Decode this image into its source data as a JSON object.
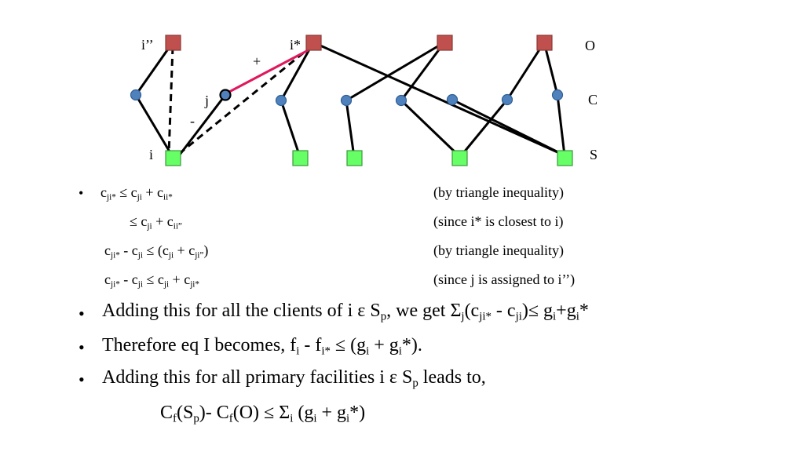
{
  "diagram": {
    "row_labels": {
      "o": "O",
      "c": "C",
      "s": "S"
    },
    "node_labels": {
      "i2": "i’’",
      "istar": "i*",
      "j": "j",
      "i": "i"
    },
    "edge_signs": {
      "plus": "+",
      "minus": "-"
    },
    "colors": {
      "facility_o": "#c0504d",
      "facility_s": "#66ff66",
      "client": "#4f81bd",
      "highlight_edge": "#e0185e",
      "edge": "#000000"
    }
  },
  "lines": {
    "l1": {
      "a": "c",
      "a_sub": "ji*",
      "b": " ≤ c",
      "b_sub": "ji",
      "c": " + c",
      "c_sub": "ii*",
      "note": "(by triangle inequality)"
    },
    "l2": {
      "a": "≤ c",
      "a_sub": "ji",
      "b": " + c",
      "b_sub": "ii”",
      "note": "(since i* is closest to i)"
    },
    "l3": {
      "a": "c",
      "a_sub": "ji*",
      "b": " - c",
      "b_sub": "ji",
      "c": " ≤ (c",
      "c_sub": "ji",
      "d": " + c",
      "d_sub": "ji”",
      "e": ")",
      "note": "(by triangle inequality)"
    },
    "l4": {
      "a": "c",
      "a_sub": "ji*",
      "b": " - c",
      "b_sub": "ji",
      "c": " ≤ c",
      "c_sub": "ji",
      "d": " + c",
      "d_sub": "ji*",
      "note": "(since j is assigned to i’’)"
    }
  },
  "bullets": {
    "b1": {
      "t1": "Adding this for all the clients of i ε S",
      "s1": "p",
      "t2": ", we get Σ",
      "s2": "j",
      "t3": "(c",
      "s3": "ji*",
      "t4": " - c",
      "s4": "ji",
      "t5": ")≤ g",
      "s5": "i",
      "t6": "+g",
      "s6": "i",
      "t7": "*"
    },
    "b2": {
      "t1": "Therefore eq I becomes, f",
      "s1": "i",
      "t2": " - f",
      "s2": "i*",
      "t3": " ≤ (g",
      "s3": "i",
      "t4": " + g",
      "s4": "i",
      "t5": "*)."
    },
    "b3": {
      "t1": "Adding this for all primary facilities i ε S",
      "s1": "p",
      "t2": " leads to,"
    },
    "b4": {
      "t1": "C",
      "s1": "f",
      "t2": "(S",
      "s2": "p",
      "t3": ")- C",
      "s3": "f",
      "t4": "(O) ≤ Σ",
      "s4": "i",
      "t5": " (g",
      "s5": "i",
      "t6": " + g",
      "s6": "i",
      "t7": "*)"
    }
  },
  "bullet_char": "•"
}
